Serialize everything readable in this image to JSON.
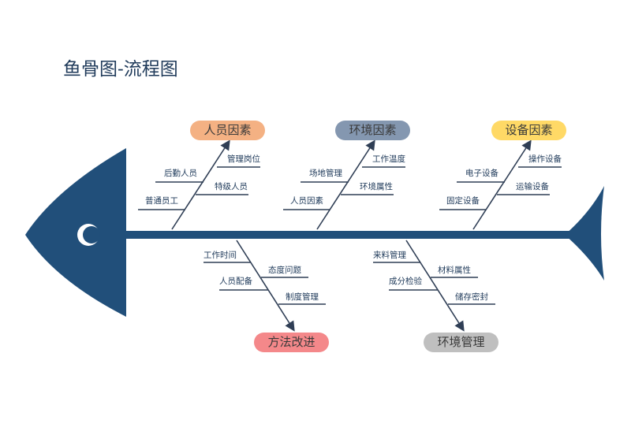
{
  "title": "鱼骨图-流程图",
  "colors": {
    "spine": "#214f7a",
    "orange": "#f4b183",
    "slate": "#8497b0",
    "yellow": "#ffd966",
    "pink": "#f4888a",
    "gray": "#bfbfbf"
  },
  "top": [
    {
      "label": "人员因素",
      "causes": [
        "管理岗位",
        "后勤人员",
        "特级人员",
        "普通员工"
      ]
    },
    {
      "label": "环境因素",
      "causes": [
        "工作温度",
        "场地管理",
        "环境属性",
        "人员因素"
      ]
    },
    {
      "label": "设备因素",
      "causes": [
        "操作设备",
        "电子设备",
        "运输设备",
        "固定设备"
      ]
    }
  ],
  "bottom": [
    {
      "label": "方法改进",
      "causes": [
        "工作时间",
        "态度问题",
        "人员配备",
        "制度管理"
      ]
    },
    {
      "label": "环境管理",
      "causes": [
        "来料管理",
        "材料属性",
        "成分检验",
        "储存密封"
      ]
    }
  ]
}
